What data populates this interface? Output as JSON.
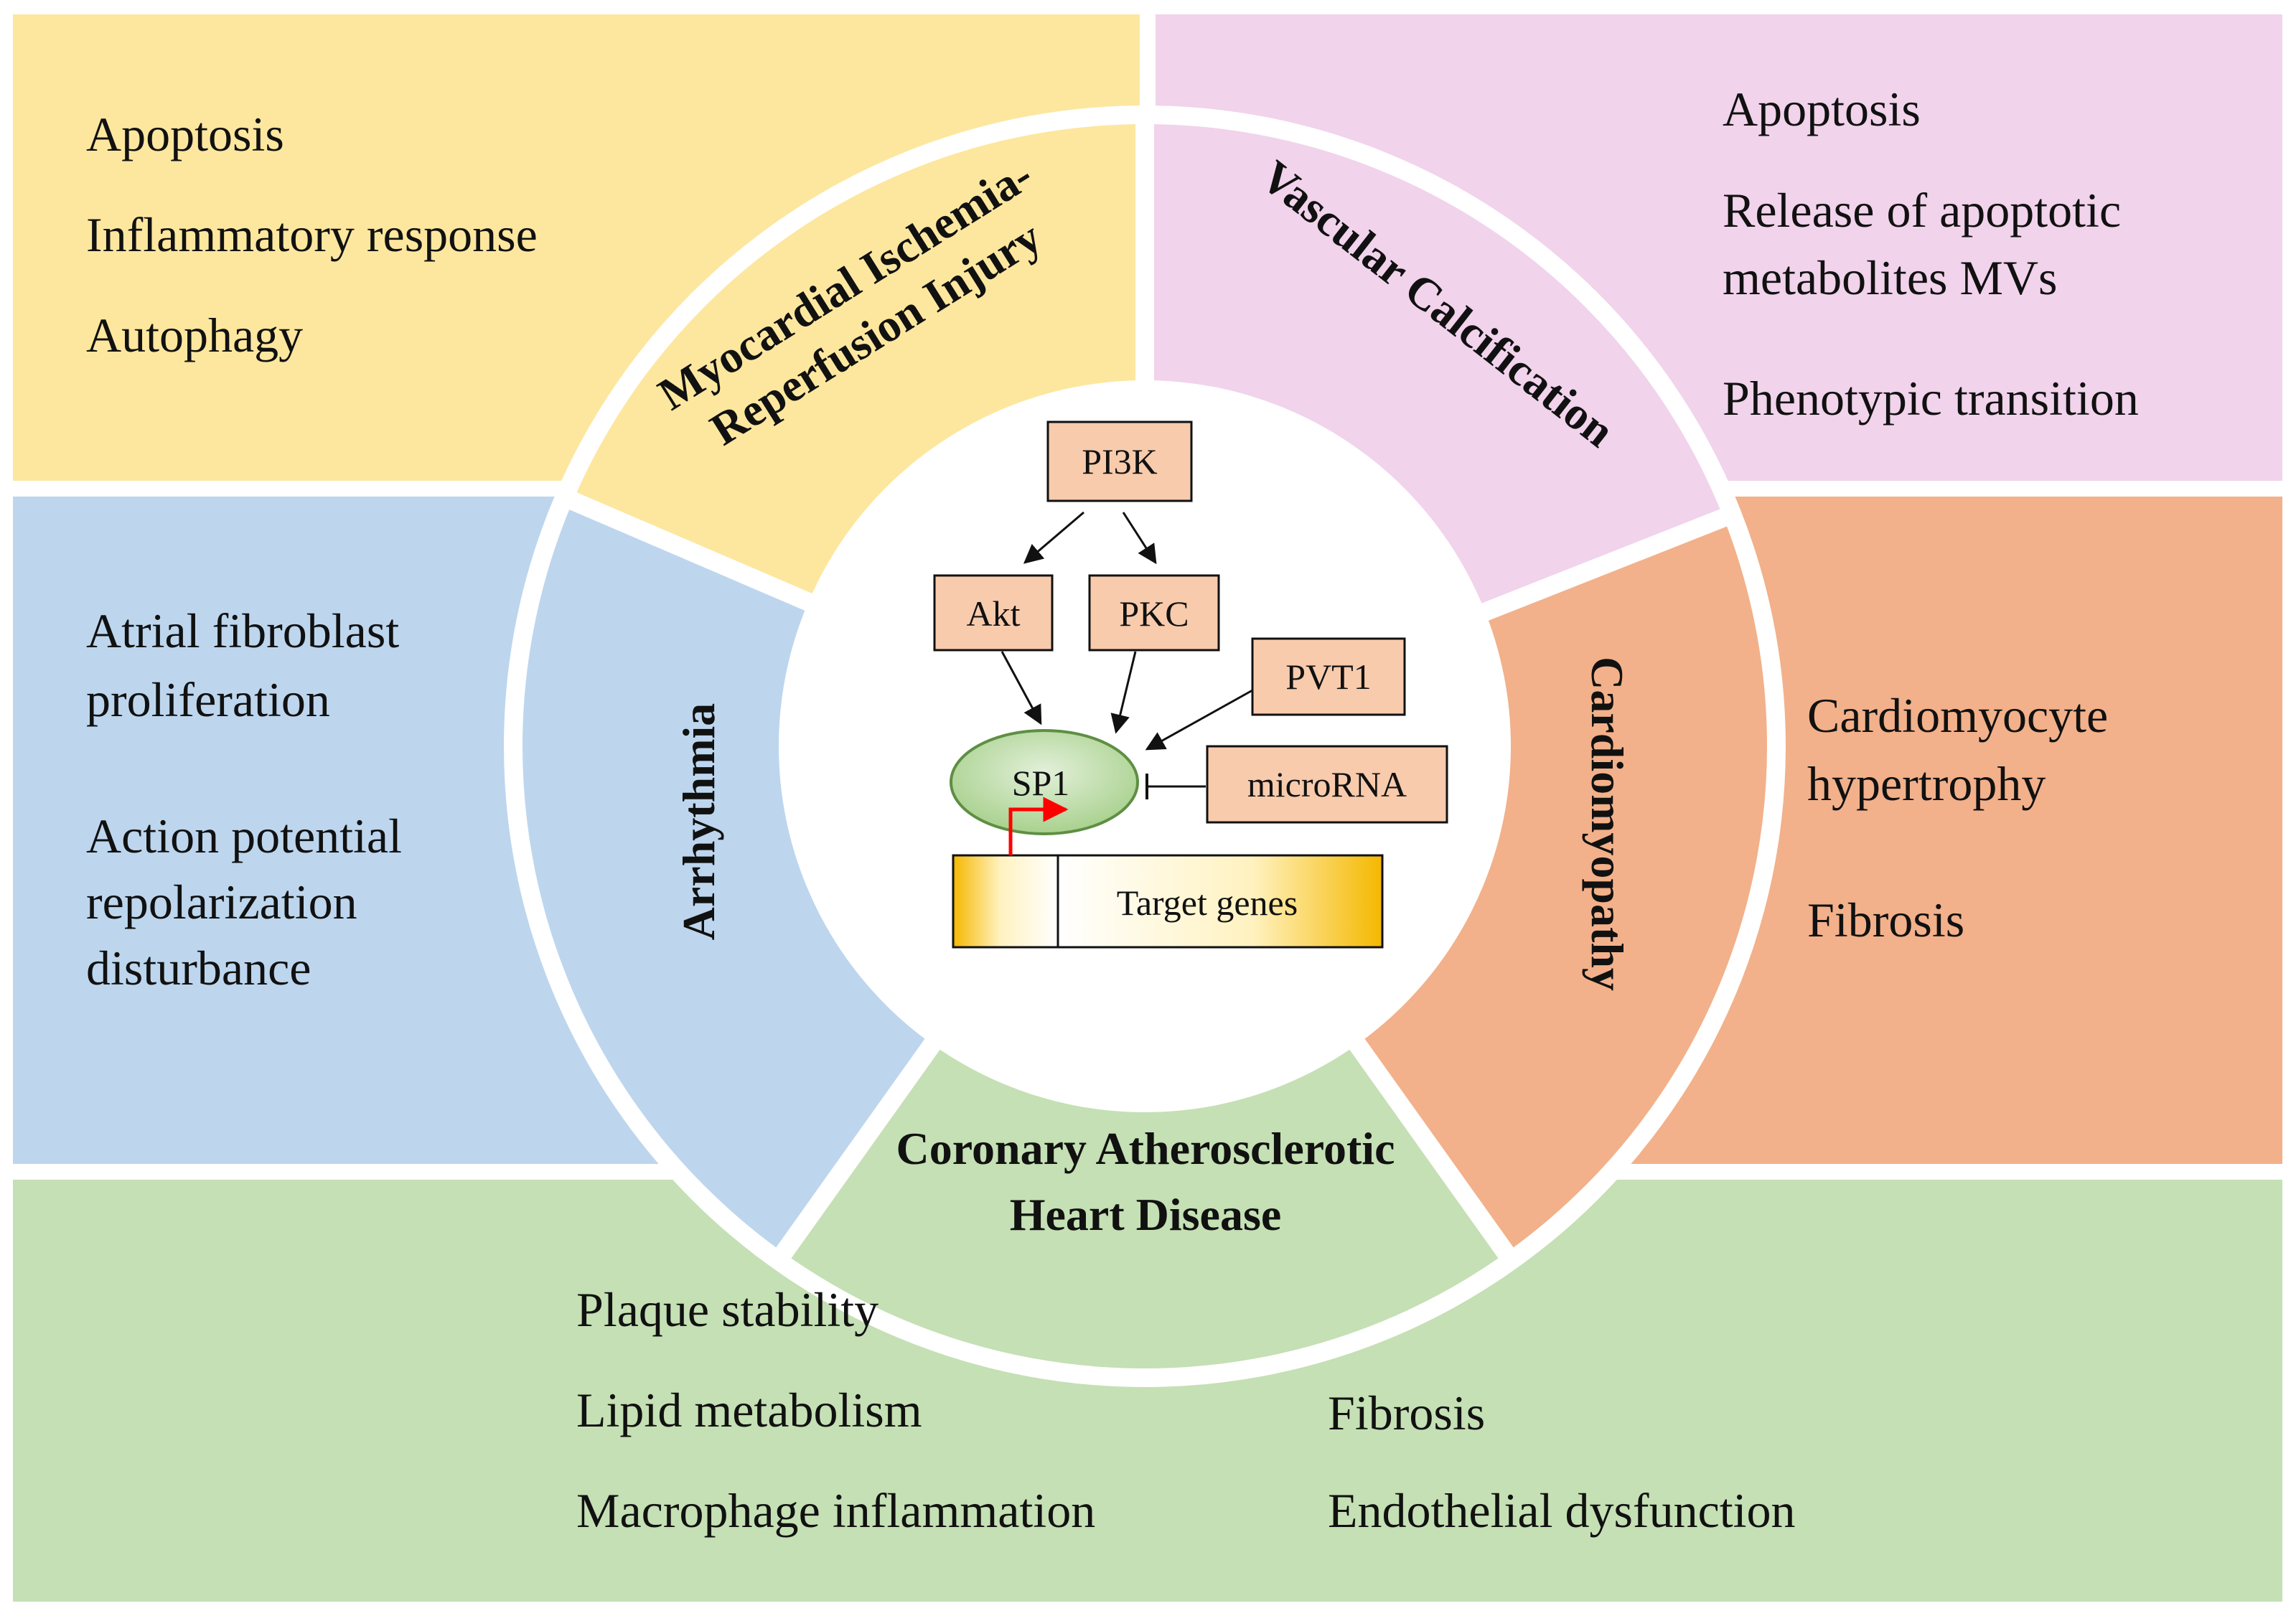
{
  "colors": {
    "yellow": "#FDE79F",
    "pink": "#F1D3EB",
    "blue": "#BDD6EE",
    "orange": "#F2B18A",
    "green": "#C5E0B4",
    "box_fill": "#F8CBAD",
    "sp1_fill": "#A9D18E",
    "gene_gold": "#F5B800",
    "arrow_red": "#FF0000"
  },
  "panels": {
    "top_left": [
      "Apoptosis",
      "Inflammatory response",
      "Autophagy"
    ],
    "top_right": [
      "Apoptosis",
      "Release of apoptotic",
      "metabolites MVs",
      "Phenotypic transition"
    ],
    "middle_left": [
      "Atrial fibroblast",
      "proliferation",
      "Action potential",
      "repolarization",
      "disturbance"
    ],
    "middle_right": [
      "Cardiomyocyte",
      "hypertrophy",
      "Fibrosis"
    ],
    "bottom_left": [
      "Plaque stability",
      "Lipid metabolism",
      "Macrophage inflammation"
    ],
    "bottom_right": [
      "Fibrosis",
      "Endothelial dysfunction"
    ]
  },
  "sectors": {
    "myocardial": [
      "Myocardial Ischemia-",
      "Reperfusion Injury"
    ],
    "vascular": "Vascular Calcification",
    "cardiomyopathy": "Cardiomyopathy",
    "arrhythmia": "Arrhythmia",
    "coronary": [
      "Coronary Atherosclerotic",
      "Heart Disease"
    ]
  },
  "pathway": {
    "pi3k": "PI3K",
    "akt": "Akt",
    "pkc": "PKC",
    "pvt1": "PVT1",
    "sp1": "SP1",
    "microrna": "microRNA",
    "target_genes": "Target genes"
  }
}
